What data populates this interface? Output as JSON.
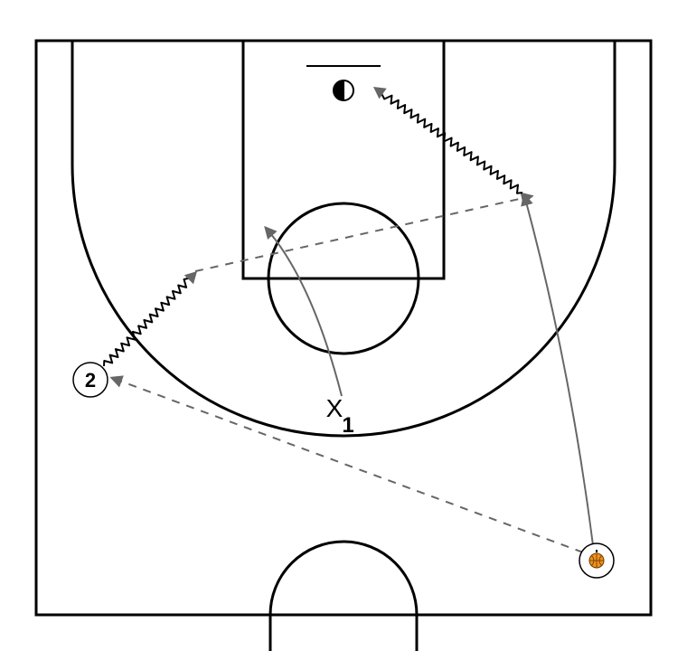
{
  "players": {
    "offense_2": {
      "label": "2"
    },
    "defense_1": {
      "mark": "X",
      "number": "1"
    },
    "ball_handler": {
      "icon": "basketball-icon"
    }
  },
  "colors": {
    "court_lines": "#000000",
    "movement_lines": "#666666",
    "dribble_lines": "#000000",
    "ball": "#f0901e"
  }
}
